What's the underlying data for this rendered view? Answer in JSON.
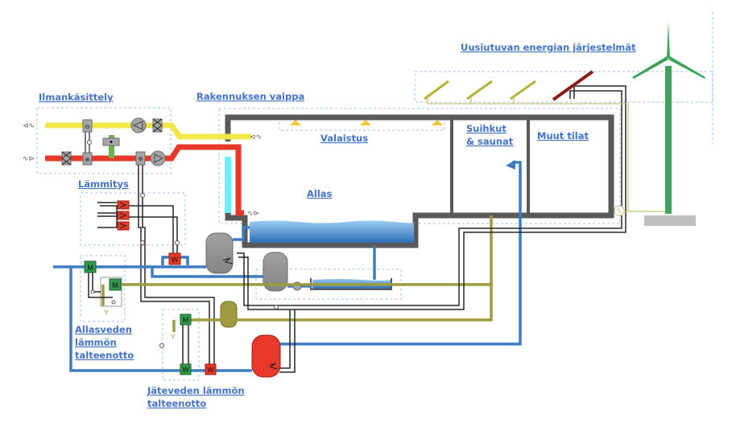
{
  "diagram": {
    "title": "Swimming hall energy system schematic",
    "labels": {
      "air_handling": "Ilmankäsittely",
      "building_envelope": "Rakennuksen vaippa",
      "lighting": "Valaistus",
      "heating": "Lämmitys",
      "pool": "Allas",
      "showers_line1": "Suihkut",
      "showers_line2": "& saunat",
      "other_spaces": "Muut tilat",
      "renewable": "Uusiutuvan energian järjestelmät",
      "pool_heat_recovery_line1": "Allasveden",
      "pool_heat_recovery_line2": "lämmön",
      "pool_heat_recovery_line3": "talteenotto",
      "wastewater_heat_recovery_line1": "Jäteveden lämmön",
      "wastewater_heat_recovery_line2": "talteenotto"
    },
    "component_marks": {
      "heat_exchanger_red": "W",
      "heat_exchanger_green_m": "M",
      "heat_exchanger_green_w": "W",
      "drain": "Y"
    },
    "colors": {
      "exhaust_air": "#F2E64B",
      "supply_air": "#E8382A",
      "water": "#3E7CC1",
      "wastewater": "#9E9A3F",
      "walls": "#595959",
      "glazing": "#66F2F7",
      "wind_turbine": "#3DA35A",
      "solar_thermal": "#8B1A1A",
      "solar_pv": "#B5B23A",
      "lighting": "#F2C53D",
      "hot_water_tank": "#E8382A",
      "storage_tank": "#8C8C8C",
      "waste_tank": "#9E9A3F"
    }
  }
}
